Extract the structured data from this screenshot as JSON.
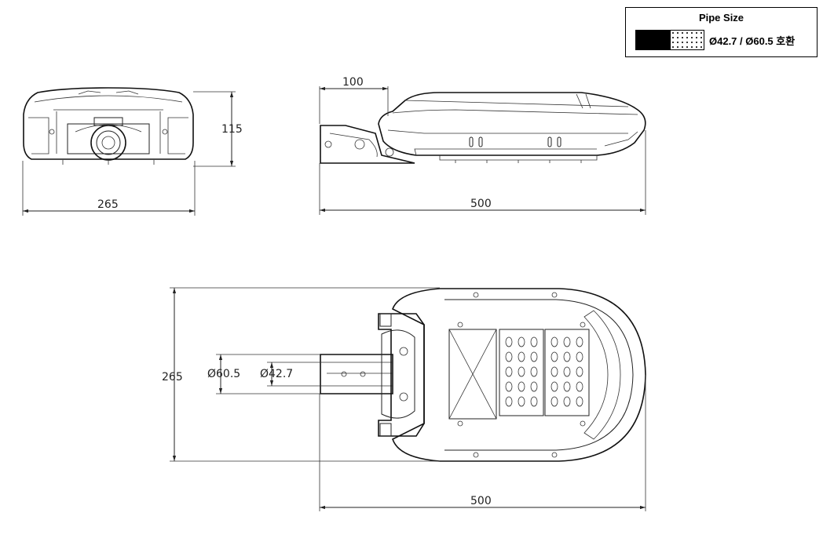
{
  "legend": {
    "title": "Pipe Size",
    "text": "Ø42.7 / Ø60.5 호환"
  },
  "dimensions": {
    "front_height": "115",
    "front_width": "265",
    "side_arm": "100",
    "side_length": "500",
    "top_height": "265",
    "top_length": "500",
    "pipe_outer": "Ø60.5",
    "pipe_inner": "Ø42.7"
  }
}
